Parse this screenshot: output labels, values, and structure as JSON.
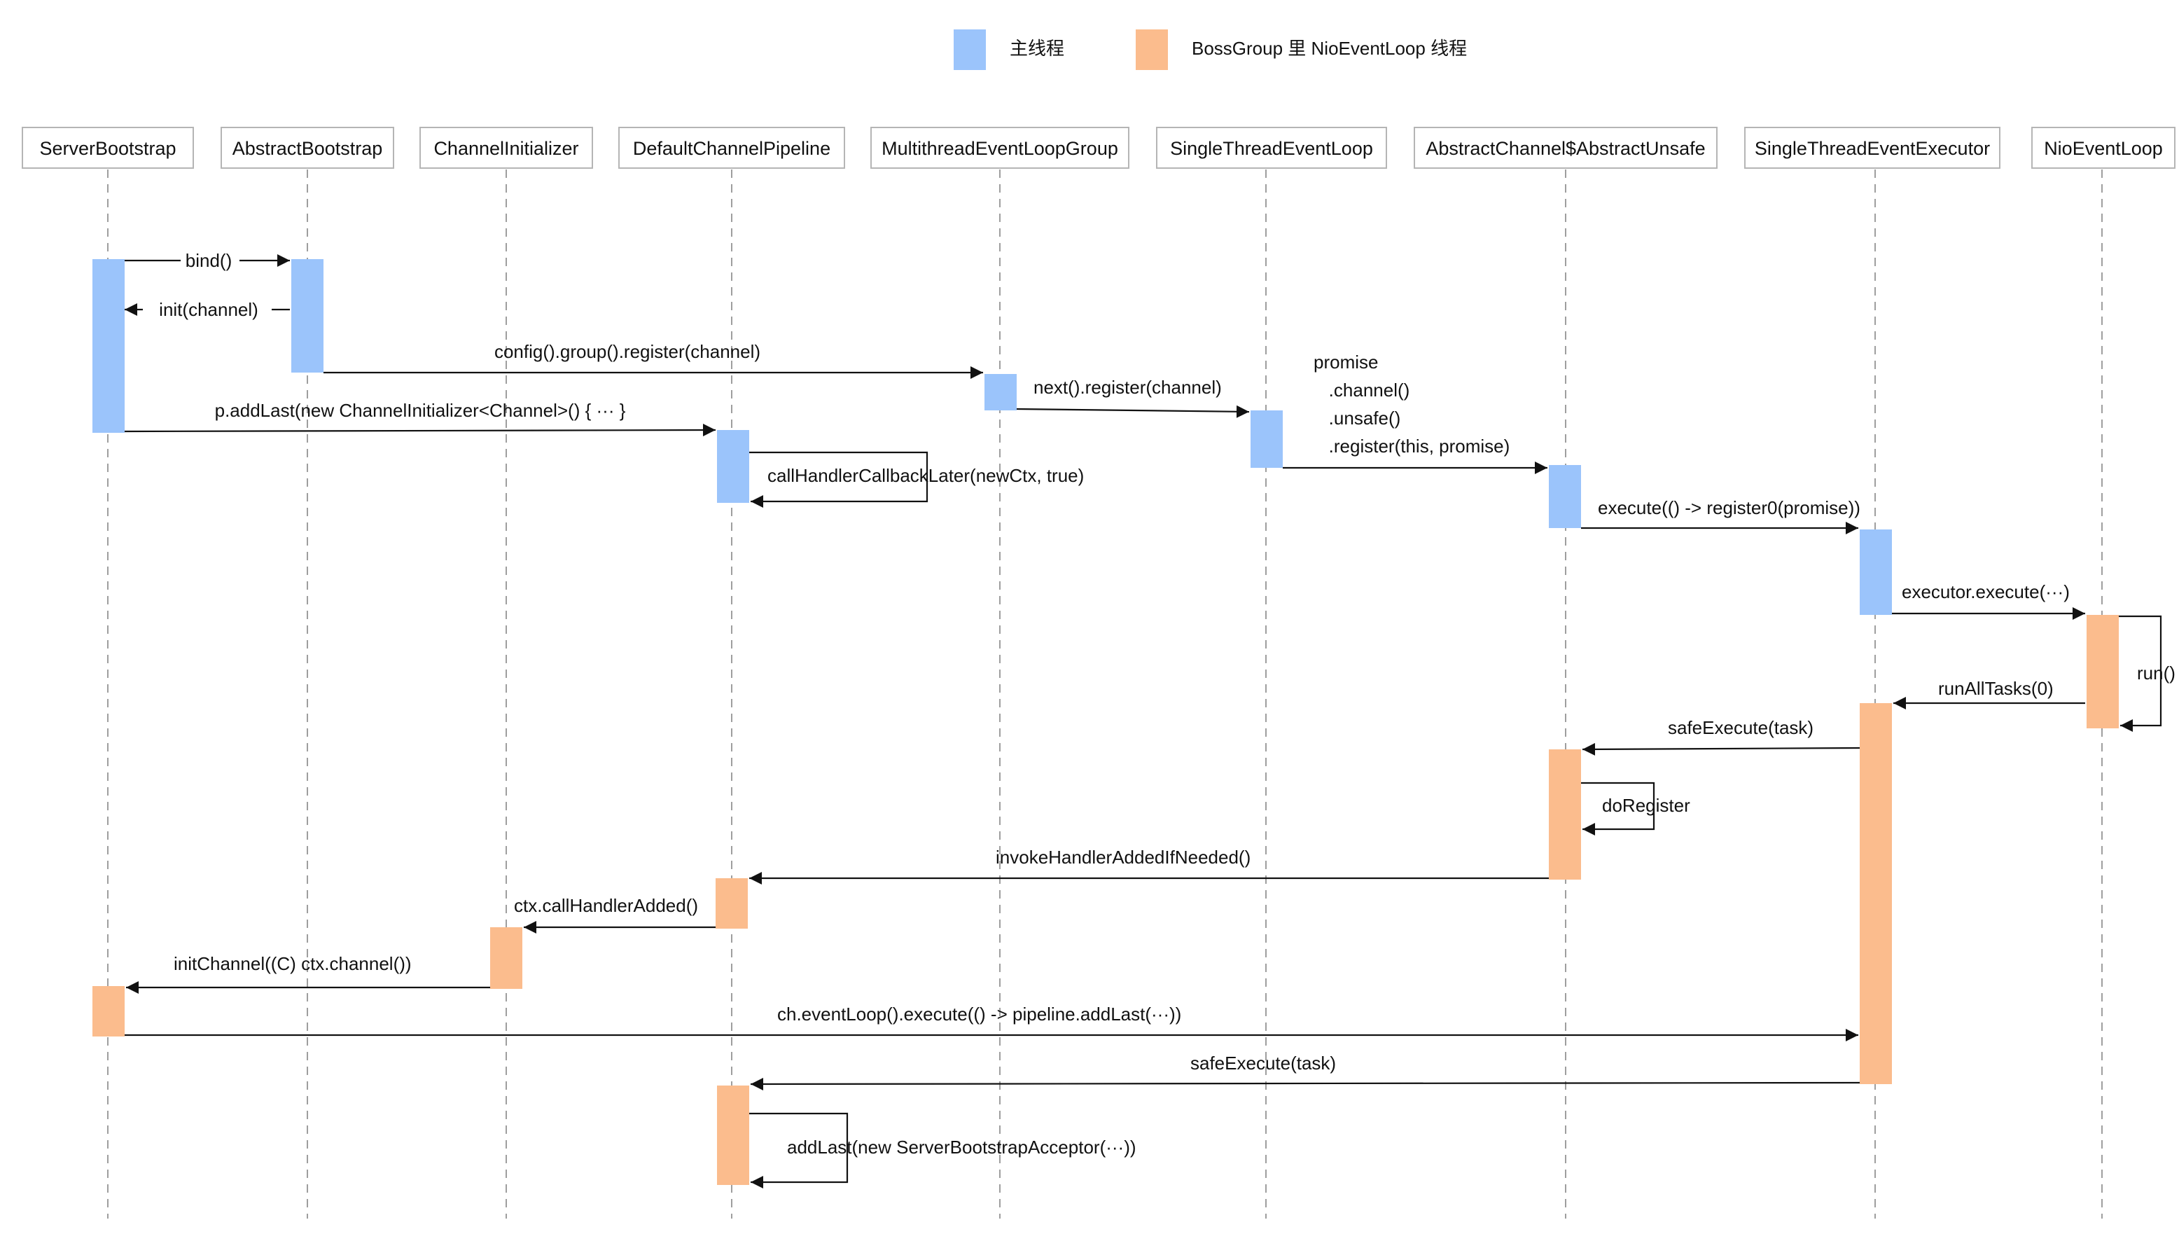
{
  "legend": {
    "main_thread": {
      "label": "主线程",
      "color": "#9bc4fb"
    },
    "boss_thread": {
      "label": "BossGroup 里 NioEventLoop 线程",
      "color": "#fbbc8d"
    }
  },
  "participants": [
    "ServerBootstrap",
    "AbstractBootstrap",
    "ChannelInitializer",
    "DefaultChannelPipeline",
    "MultithreadEventLoopGroup",
    "SingleThreadEventLoop",
    "AbstractChannel$AbstractUnsafe",
    "SingleThreadEventExecutor",
    "NioEventLoop"
  ],
  "messages": {
    "bind": "bind()",
    "init_channel": "init(channel)",
    "config_register": "config().group().register(channel)",
    "add_last_initializer": "p.addLast(new ChannelInitializer<Channel>() { ··· }",
    "call_handler_callback_later": "callHandlerCallbackLater(newCtx, true)",
    "next_register": "next().register(channel)",
    "promise_register": [
      "promise",
      "   .channel()",
      "   .unsafe()",
      "   .register(this, promise)"
    ],
    "execute_register0": "execute(() -> register0(promise))",
    "executor_execute": "executor.execute(···)",
    "run": "run()",
    "run_all_tasks": "runAllTasks(0)",
    "safe_execute_1": "safeExecute(task)",
    "do_register": "doRegister",
    "invoke_handler_added": "invokeHandlerAddedIfNeeded()",
    "ctx_call_handler_added": "ctx.callHandlerAdded()",
    "init_channel_ctx": "initChannel((C) ctx.channel())",
    "event_loop_execute": "ch.eventLoop().execute(() -> pipeline.addLast(···))",
    "safe_execute_2": "safeExecute(task)",
    "add_last_acceptor": "addLast(new ServerBootstrapAcceptor(···))"
  }
}
